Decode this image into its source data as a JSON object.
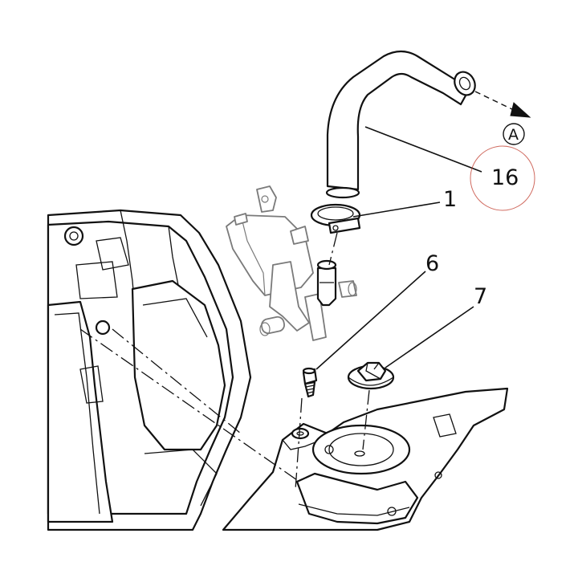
{
  "callouts": {
    "hose_number": "16",
    "clamp_number": "1",
    "screw_number": "6",
    "nut_number": "7",
    "reference_letter": "A"
  },
  "colors": {
    "line": "#111111",
    "grey_part": "#7a7a7a",
    "highlight_circle": "#c0392b",
    "background": "#ffffff"
  }
}
